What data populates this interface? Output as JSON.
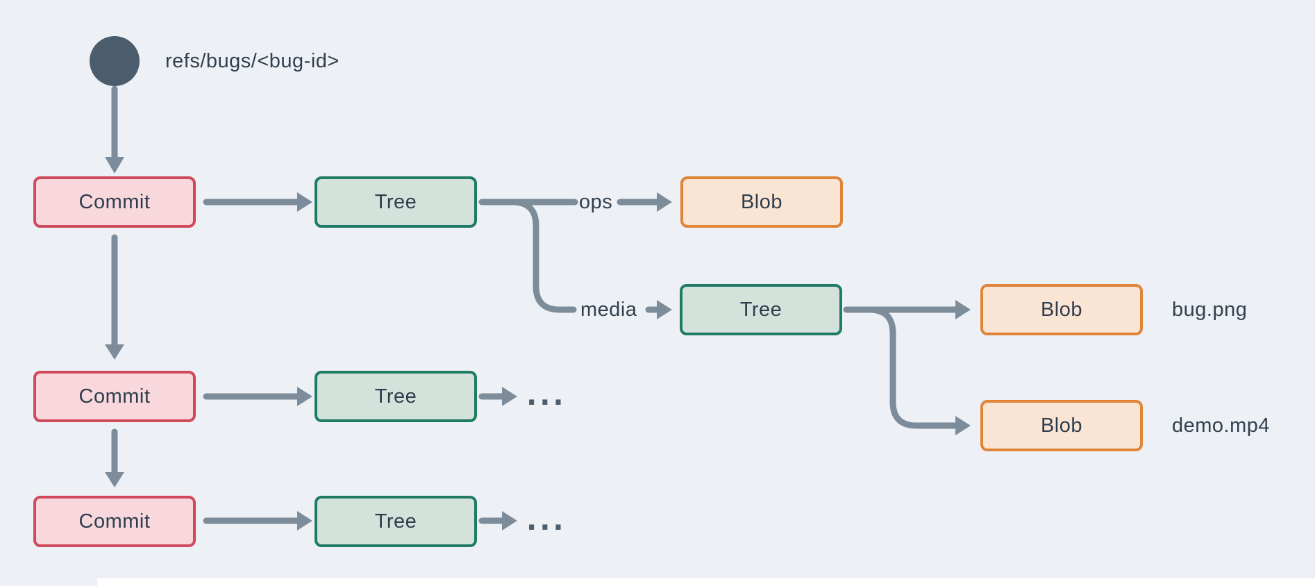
{
  "colors": {
    "background": "#edf1f5",
    "ref_circle": "#4b5c6c",
    "connector": "#7d8c9a",
    "commit_fill": "#f8d8dd",
    "commit_border": "#cf4a5c",
    "tree_fill": "#d3e3dc",
    "tree_border": "#1f7b64",
    "blob_fill": "#fae4d3",
    "blob_border": "#e08438",
    "node_text": "#2e3d4c",
    "label_text": "#323f4c"
  },
  "ref": {
    "label": "refs/bugs/<bug-id>"
  },
  "nodes": {
    "commit1": {
      "label": "Commit"
    },
    "commit2": {
      "label": "Commit"
    },
    "commit3": {
      "label": "Commit"
    },
    "tree1": {
      "label": "Tree"
    },
    "tree_media": {
      "label": "Tree"
    },
    "tree2": {
      "label": "Tree"
    },
    "tree3": {
      "label": "Tree"
    },
    "blob_ops": {
      "label": "Blob"
    },
    "blob_bug": {
      "label": "Blob"
    },
    "blob_demo": {
      "label": "Blob"
    }
  },
  "edge_labels": {
    "ops": "ops",
    "media": "media"
  },
  "file_labels": {
    "bug": "bug.png",
    "demo": "demo.mp4"
  },
  "ellipsis": {
    "row2": "...",
    "row3": "..."
  }
}
